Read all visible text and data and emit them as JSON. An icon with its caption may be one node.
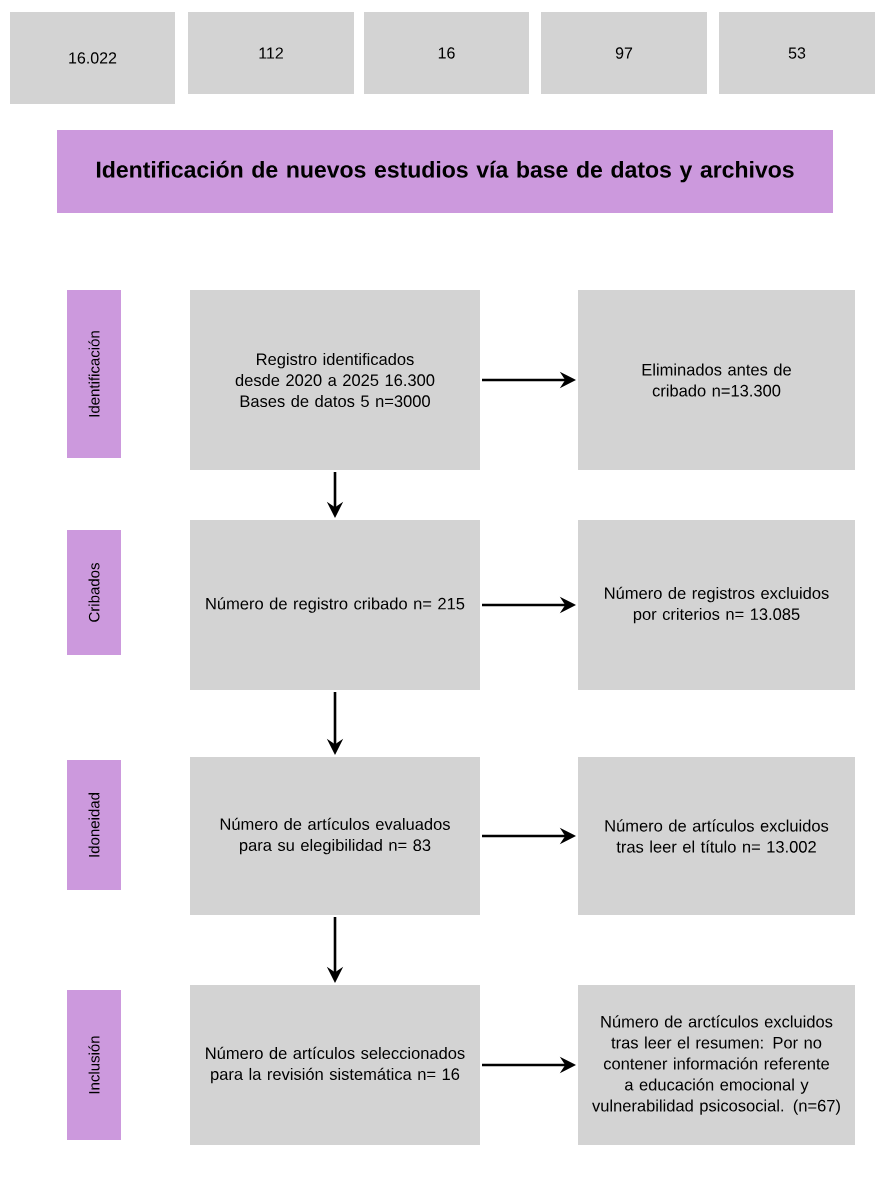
{
  "diagram": {
    "nodes": [
      {
        "text": [
          "16.022"
        ]
      },
      {
        "text": [
          "112"
        ]
      },
      {
        "text": [
          "16"
        ]
      },
      {
        "text": [
          "97"
        ]
      },
      {
        "text": [
          "53"
        ]
      },
      {
        "text": [
          "Identificación de nuevos estudios vía base de datos y archivos"
        ]
      },
      {
        "text": [
          "Identificación"
        ]
      },
      {
        "text": [
          "Registro identificados desde 2020 a 2025 16.300 Bases de datos 5 n=3000"
        ]
      },
      {
        "text": [
          "Eliminados antes de cribado n=13.300"
        ]
      },
      {
        "text": [
          "Cribados"
        ]
      },
      {
        "text": [
          "Número de registro cribado n= 215"
        ]
      },
      {
        "text": [
          "Número de registros excluidos por criterios n= 13.085"
        ]
      },
      {
        "text": [
          "Idoneidad"
        ]
      },
      {
        "text": [
          "Número de artículos evaluados para su elegibilidad n= 83"
        ]
      },
      {
        "text": [
          "Número de artículos excluidos tras leer el título n= 13.002"
        ]
      },
      {
        "text": [
          "Inclusión"
        ]
      },
      {
        "text": [
          "Número de artículos seleccionados para la revisión sistemática n= 16"
        ]
      },
      {
        "text": [
          "Número de arctículos excluidos tras leer el resumen: Por no contener información referente a educación emocional y vulnerabilidad psicosocial. (n=67)"
        ]
      }
    ],
    "edges": [
      {
        "from": 7,
        "to": 8,
        "arrow": "to"
      },
      {
        "from": 7,
        "to": 10,
        "arrow": "to"
      },
      {
        "from": 10,
        "to": 11,
        "arrow": "to"
      },
      {
        "from": 10,
        "to": 13,
        "arrow": "to"
      },
      {
        "from": 13,
        "to": 14,
        "arrow": "to"
      },
      {
        "from": 13,
        "to": 16,
        "arrow": "to"
      },
      {
        "from": 16,
        "to": 17,
        "arrow": "to"
      }
    ]
  }
}
